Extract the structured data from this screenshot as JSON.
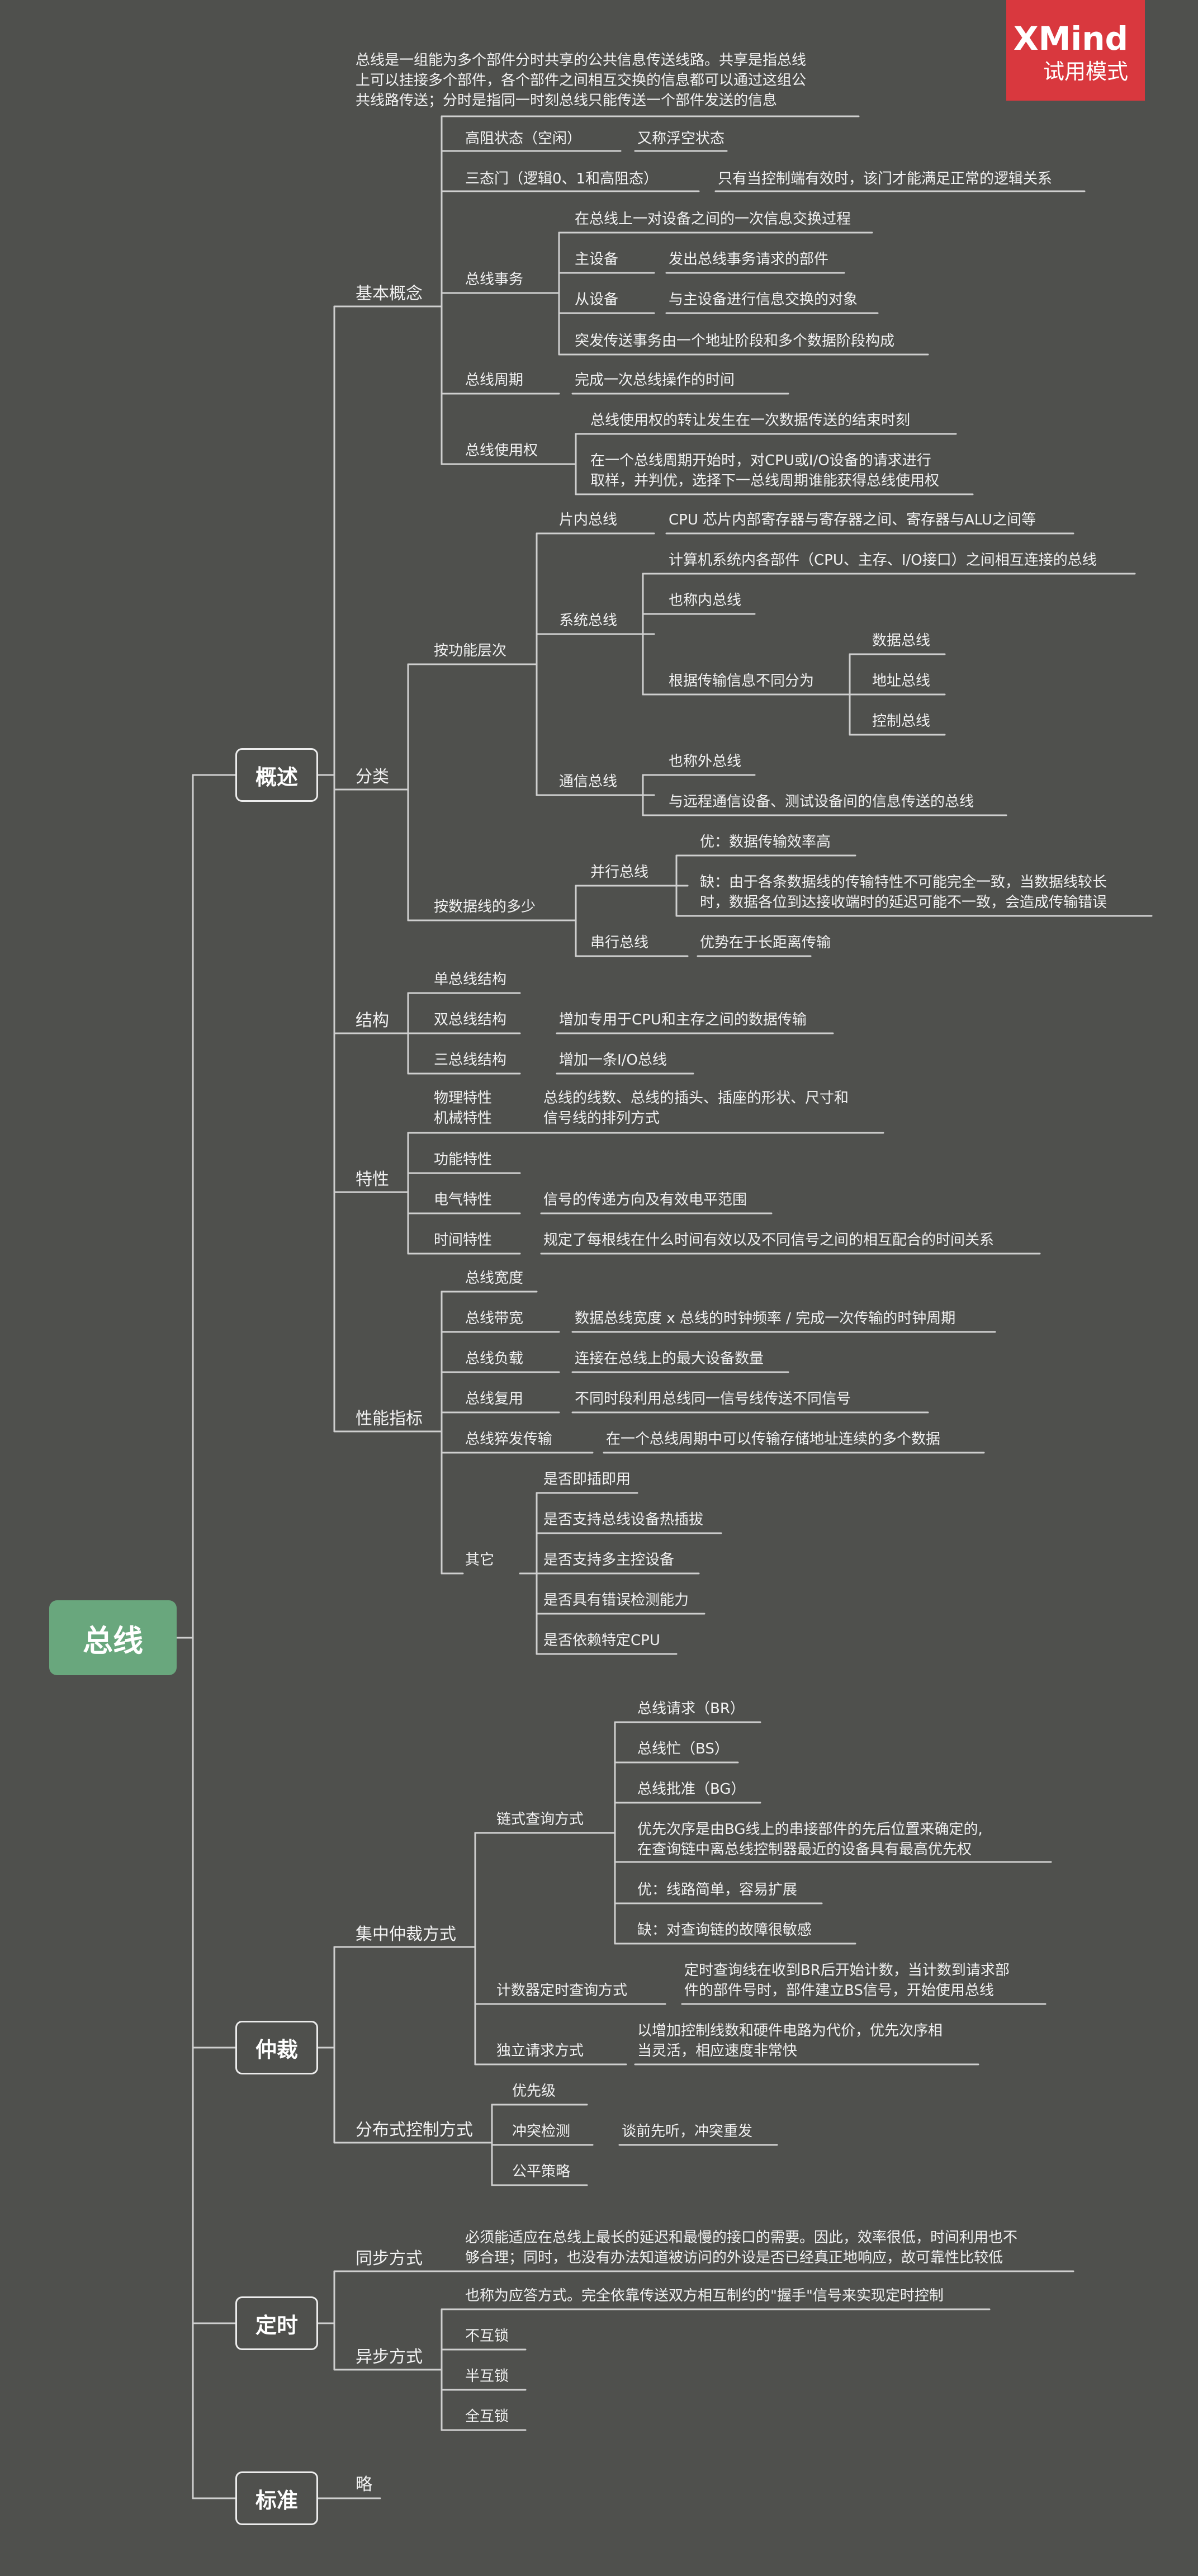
{
  "watermark": {
    "brand": "XMind",
    "mode": "试用模式"
  },
  "root": "总线",
  "branches": {
    "overview": "概述",
    "arbitration": "仲裁",
    "timing": "定时",
    "standard": "标准"
  },
  "overview": {
    "basic": {
      "label": "基本概念",
      "definition": "总线是一组能为多个部件分时共享的公共信息传送线路。共享是指总线\n上可以挂接多个部件，各个部件之间相互交换的信息都可以通过这组公\n共线路传送；分时是指同一时刻总线只能传送一个部件发送的信息",
      "high_z": {
        "label": "高阻状态（空闲）",
        "desc": "又称浮空状态"
      },
      "tristate": {
        "label": "三态门（逻辑0、1和高阻态）",
        "desc": "只有当控制端有效时，该门才能满足正常的逻辑关系"
      },
      "transaction": {
        "label": "总线事务",
        "once": "在总线上一对设备之间的一次信息交换过程",
        "master": {
          "label": "主设备",
          "desc": "发出总线事务请求的部件"
        },
        "slave": {
          "label": "从设备",
          "desc": "与主设备进行信息交换的对象"
        },
        "burst": "突发传送事务由一个地址阶段和多个数据阶段构成"
      },
      "cycle": {
        "label": "总线周期",
        "desc": "完成一次总线操作的时间"
      },
      "usage": {
        "label": "总线使用权",
        "item1": "总线使用权的转让发生在一次数据传送的结束时刻",
        "item2": "在一个总线周期开始时，对CPU或I/O设备的请求进行\n取样，并判优，选择下一总线周期谁能获得总线使用权"
      }
    },
    "classification": {
      "label": "分类",
      "by_function": {
        "label": "按功能层次",
        "onchip": {
          "label": "片内总线",
          "desc": "CPU 芯片内部寄存器与寄存器之间、寄存器与ALU之间等"
        },
        "system": {
          "label": "系统总线",
          "desc": "计算机系统内各部件（CPU、主存、I/O接口）之间相互连接的总线",
          "alias": "也称内总线",
          "by_info": {
            "label": "根据传输信息不同分为",
            "items": [
              "数据总线",
              "地址总线",
              "控制总线"
            ]
          }
        },
        "comm": {
          "label": "通信总线",
          "alias": "也称外总线",
          "desc": "与远程通信设备、测试设备间的信息传送的总线"
        }
      },
      "by_width": {
        "label": "按数据线的多少",
        "parallel": {
          "label": "并行总线",
          "pro": "优：数据传输效率高",
          "con": "缺：由于各条数据线的传输特性不可能完全一致，当数据线较长\n时，数据各位到达接收端时的延迟可能不一致，会造成传输错误"
        },
        "serial": {
          "label": "串行总线",
          "desc": "优势在于长距离传输"
        }
      }
    },
    "structure": {
      "label": "结构",
      "single": "单总线结构",
      "dual": {
        "label": "双总线结构",
        "desc": "增加专用于CPU和主存之间的数据传输"
      },
      "triple": {
        "label": "三总线结构",
        "desc": "增加一条I/O总线"
      }
    },
    "characteristics": {
      "label": "特性",
      "mech": {
        "label": "物理特性\n机械特性",
        "desc": "总线的线数、总线的插头、插座的形状、尺寸和\n信号线的排列方式"
      },
      "func": "功能特性",
      "elec": {
        "label": "电气特性",
        "desc": "信号的传递方向及有效电平范围"
      },
      "time": {
        "label": "时间特性",
        "desc": "规定了每根线在什么时间有效以及不同信号之间的相互配合的时间关系"
      }
    },
    "metrics": {
      "label": "性能指标",
      "width": "总线宽度",
      "bandwidth": {
        "label": "总线带宽",
        "desc": "数据总线宽度 x 总线的时钟频率 / 完成一次传输的时钟周期"
      },
      "load": {
        "label": "总线负载",
        "desc": "连接在总线上的最大设备数量"
      },
      "multiplex": {
        "label": "总线复用",
        "desc": "不同时段利用总线同一信号线传送不同信号"
      },
      "burst": {
        "label": "总线猝发传输",
        "desc": "在一个总线周期中可以传输存储地址连续的多个数据"
      },
      "other": {
        "label": "其它",
        "items": [
          "是否即插即用",
          "是否支持总线设备热插拔",
          "是否支持多主控设备",
          "是否具有错误检测能力",
          "是否依赖特定CPU"
        ]
      }
    }
  },
  "arbitration": {
    "centralized": {
      "label": "集中仲裁方式",
      "chain": {
        "label": "链式查询方式",
        "items": [
          "总线请求（BR）",
          "总线忙（BS）",
          "总线批准（BG）",
          "优先次序是由BG线上的串接部件的先后位置来确定的,\n在查询链中离总线控制器最近的设备具有最高优先权",
          "优：线路简单，容易扩展",
          "缺：对查询链的故障很敏感"
        ]
      },
      "counter": {
        "label": "计数器定时查询方式",
        "desc": "定时查询线在收到BR后开始计数，当计数到请求部\n件的部件号时，部件建立BS信号，开始使用总线"
      },
      "independent": {
        "label": "独立请求方式",
        "desc": "以增加控制线数和硬件电路为代价，优先次序相\n当灵活，相应速度非常快"
      }
    },
    "distributed": {
      "label": "分布式控制方式",
      "priority": "优先级",
      "collision": {
        "label": "冲突检测",
        "desc": "谈前先听，冲突重发"
      },
      "fair": "公平策略"
    }
  },
  "timing": {
    "sync": {
      "label": "同步方式",
      "desc": "必须能适应在总线上最长的延迟和最慢的接口的需要。因此，效率很低，时间利用也不\n够合理；同时，也没有办法知道被访问的外设是否已经真正地响应，故可靠性比较低"
    },
    "async": {
      "label": "异步方式",
      "desc": "也称为应答方式。完全依靠传送双方相互制约的\"握手\"信号来实现定时控制",
      "items": [
        "不互锁",
        "半互锁",
        "全互锁"
      ]
    }
  },
  "standard": {
    "desc": "略"
  }
}
